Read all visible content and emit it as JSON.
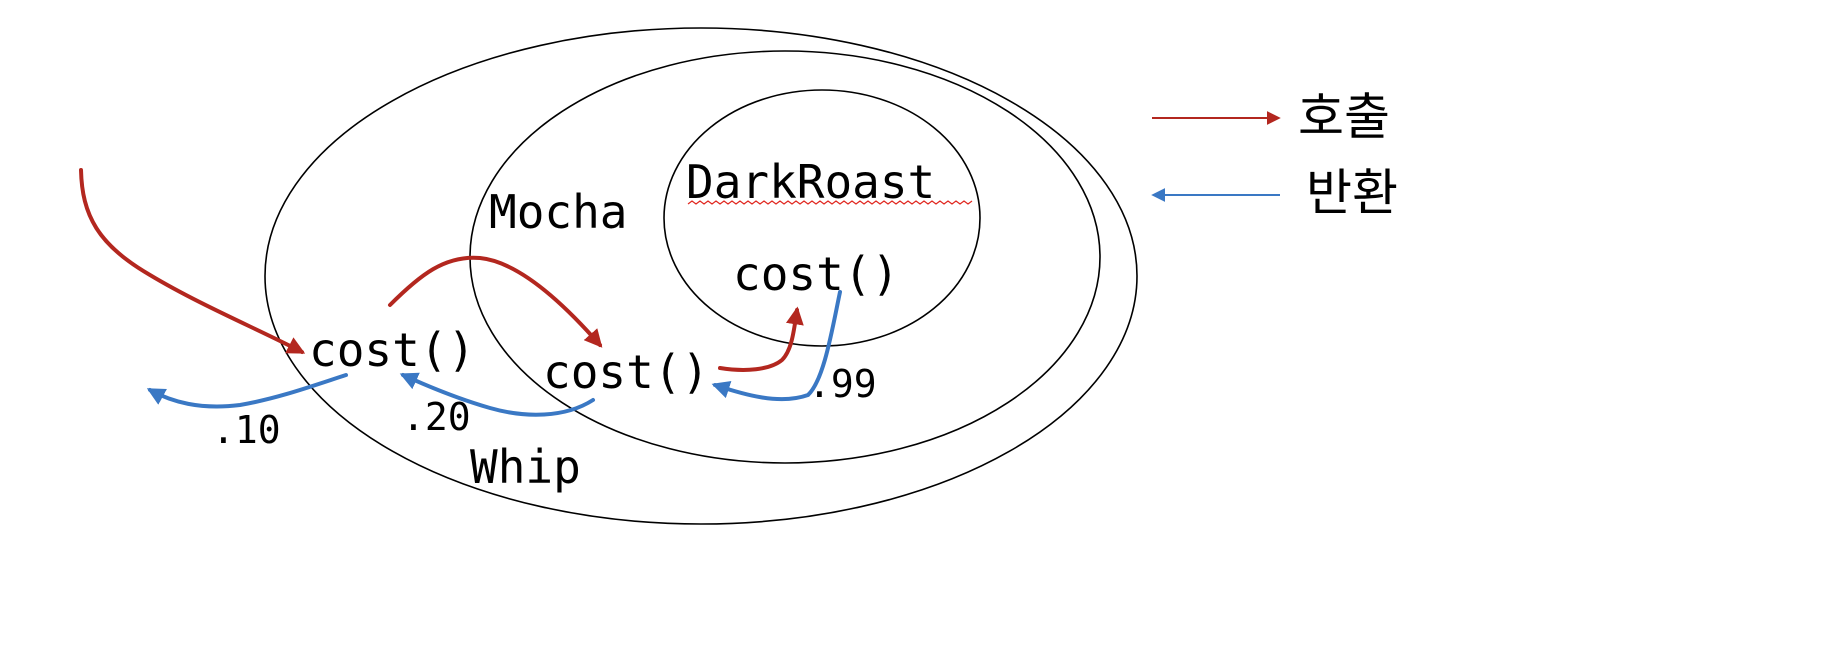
{
  "colors": {
    "call": "#b3271f",
    "return": "#3a78c4",
    "outline": "#000000",
    "spellcheck": "#e0271f"
  },
  "labels": {
    "darkroast": "DarkRoast",
    "mocha": "Mocha",
    "whip": "Whip"
  },
  "methods": {
    "whip_cost": "cost()",
    "mocha_cost": "cost()",
    "darkroast_cost": "cost()"
  },
  "returns": {
    "darkroast_value": ".99",
    "mocha_value": ".20",
    "whip_value": ".10"
  },
  "legend": {
    "call_label": "호출",
    "return_label": "반환"
  }
}
